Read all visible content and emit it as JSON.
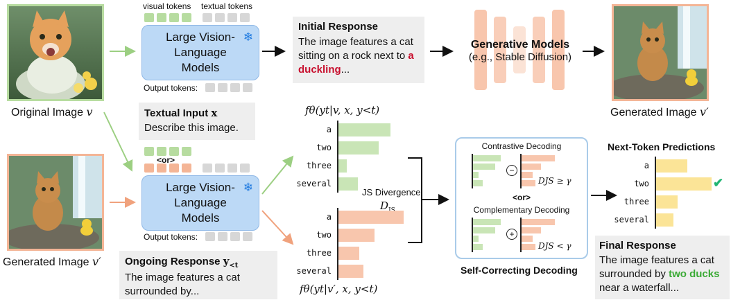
{
  "tokens": {
    "visual_label": "visual tokens",
    "textual_label": "textual tokens",
    "output_label_top": "Output tokens:",
    "output_label_bottom": "Output tokens:",
    "or_label": "<or>"
  },
  "lvlm": {
    "top_label": "Large Vision-Language Models",
    "bottom_label": "Large Vision-Language Models"
  },
  "images": {
    "original_caption": "Original Image",
    "original_symbol": "v",
    "generated_caption_bottom": "Generated Image",
    "generated_symbol_bottom": "v′",
    "generated_caption_right": "Generated Image",
    "generated_symbol_right": "v′"
  },
  "initial_response": {
    "title": "Initial Response",
    "text": "The image features a cat sitting on a rock next to",
    "highlight": "a duckling",
    "suffix": "..."
  },
  "generative": {
    "title": "Generative Models",
    "subtitle": "(e.g., Stable Diffusion)"
  },
  "textual_input": {
    "title": "Textual Input",
    "symbol": "x",
    "text": "Describe this image."
  },
  "ongoing_response": {
    "title": "Ongoing Response",
    "symbol": "y",
    "subscript": "<t",
    "text": "The image features a cat surrounded by..."
  },
  "distributions": {
    "top_formula": "fθ(yt|v, x, y<t)",
    "bottom_formula": "fθ(yt|v′, x, y<t)",
    "js_label": "JS Divergence",
    "js_symbol": "D",
    "js_subscript": "JS",
    "labels": [
      "a",
      "two",
      "three",
      "several"
    ],
    "top_values": [
      0.78,
      0.6,
      0.13,
      0.29
    ],
    "bottom_values": [
      0.98,
      0.54,
      0.31,
      0.38
    ]
  },
  "self_correcting": {
    "contrastive_label": "Contrastive Decoding",
    "or_label": "<or>",
    "complementary_label": "Complementary Decoding",
    "minus_symbol": "−",
    "plus_symbol": "+",
    "cond_top": "DJS ≥ γ",
    "cond_bottom": "DJS < γ",
    "caption": "Self-Correcting Decoding"
  },
  "next_token": {
    "title": "Next-Token Predictions",
    "labels": [
      "a",
      "two",
      "three",
      "several"
    ],
    "values": [
      0.55,
      0.97,
      0.38,
      0.3
    ],
    "check_color": "#22b573"
  },
  "final_response": {
    "title": "Final Response",
    "text": "The image features a cat surrounded by",
    "highlight": "two ducks",
    "suffix": "near a waterfall..."
  },
  "colors": {
    "green": "#b7dca0",
    "orange": "#f4b596",
    "lvlm_blue": "#bcd9f6",
    "duckling_red": "#c8102e",
    "two_ducks_green": "#3aaa35"
  }
}
